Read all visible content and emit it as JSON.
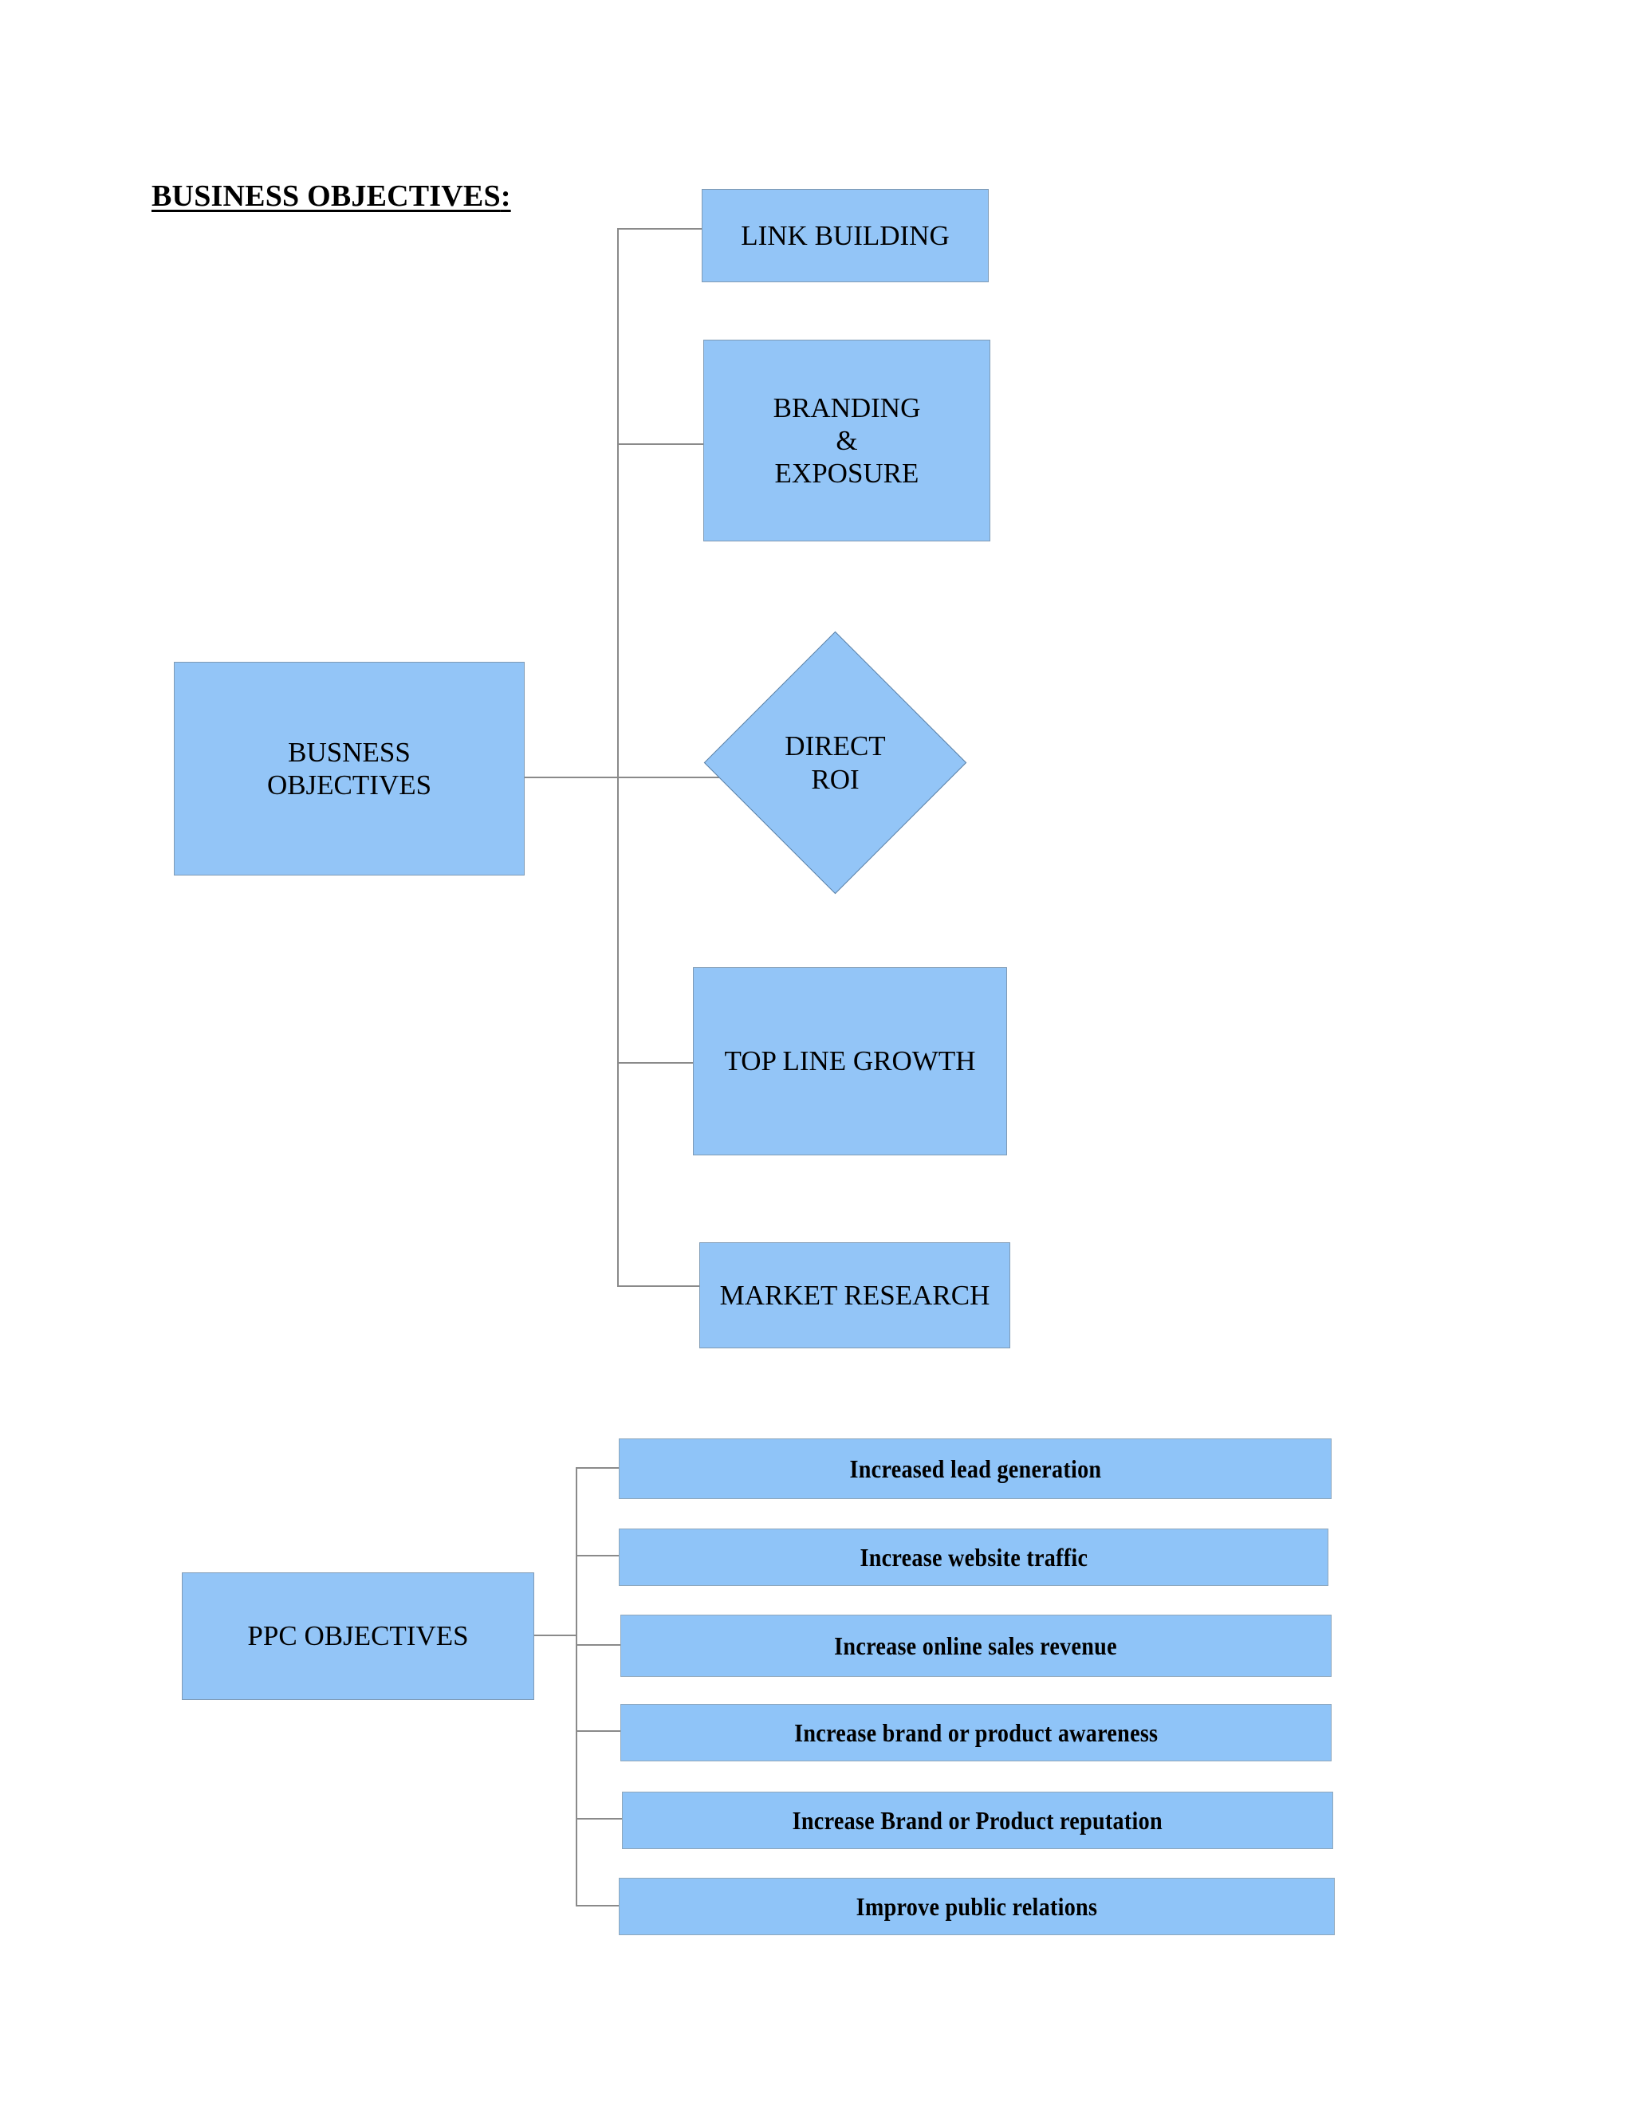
{
  "page": {
    "title_main": "BUSINESS OBJECTIVES",
    "title_colon": ":"
  },
  "colors": {
    "node_fill": "#93C5F7",
    "bar_fill": "#8FC4F8",
    "node_border": "#7E9AB5",
    "connector": "#8A8A8A",
    "text": "#000000",
    "background": "#FFFFFF"
  },
  "business_objectives": {
    "root": {
      "label": "BUSNESS\nOBJECTIVES"
    },
    "children": [
      {
        "id": "link-building",
        "label": "LINK BUILDING"
      },
      {
        "id": "branding-exposure",
        "label": "BRANDING\n&\nEXPOSURE"
      },
      {
        "id": "direct-roi",
        "label": "DIRECT\nROI",
        "shape": "diamond"
      },
      {
        "id": "top-line-growth",
        "label": "TOP LINE GROWTH"
      },
      {
        "id": "market-research",
        "label": "MARKET RESEARCH"
      }
    ]
  },
  "ppc_objectives": {
    "root": {
      "label": "PPC OBJECTIVES"
    },
    "children": [
      {
        "id": "increased-lead-generation",
        "label": "Increased lead generation"
      },
      {
        "id": "increase-website-traffic",
        "label": "Increase website traffic"
      },
      {
        "id": "increase-online-sales-revenue",
        "label": "Increase online sales revenue"
      },
      {
        "id": "increase-brand-or-product-awareness",
        "label": "Increase brand or product awareness"
      },
      {
        "id": "increase-brand-or-product-reputation",
        "label": "Increase Brand or Product reputation"
      },
      {
        "id": "improve-public-relations",
        "label": "Improve public relations"
      }
    ]
  }
}
